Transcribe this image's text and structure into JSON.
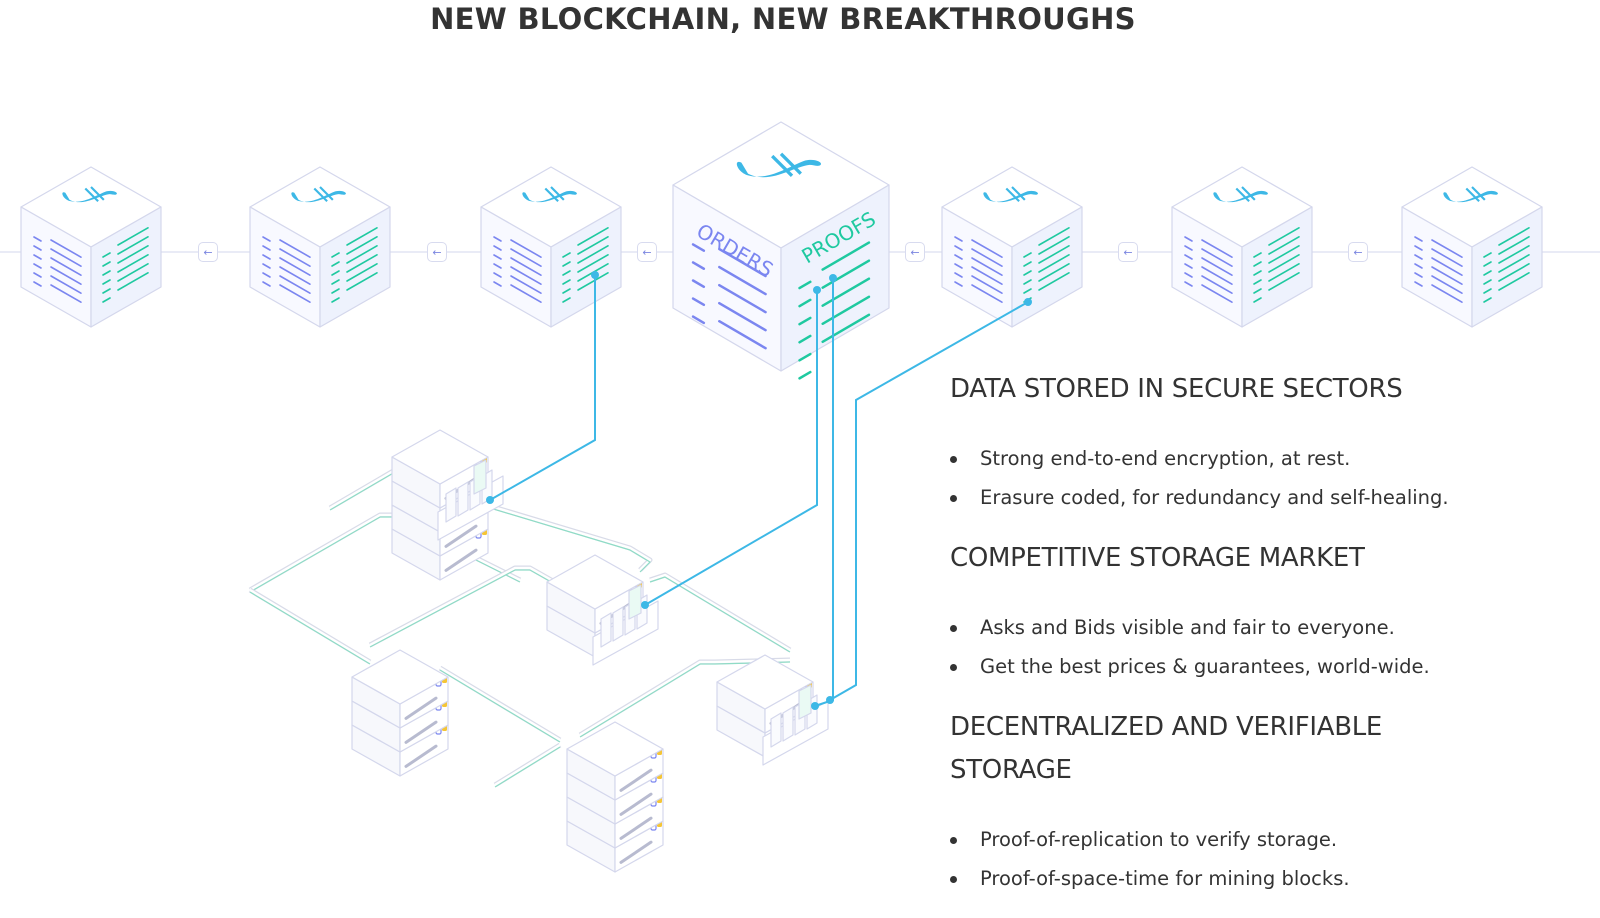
{
  "title": "NEW BLOCKCHAIN, NEW BREAKTHROUGHS",
  "diagram": {
    "center_block": {
      "left_label": "ORDERS",
      "right_label": "PROOFS"
    },
    "block_icon": "filecoin-logo-icon",
    "link_icon": "arrow-left-icon",
    "colors": {
      "orders": "#7b86f0",
      "proofs": "#1fc9a0",
      "link": "#3db8e6",
      "outline": "#d4d7ec",
      "pipe": "#8fdcc6"
    }
  },
  "sections": [
    {
      "heading": "DATA STORED IN SECURE SECTORS",
      "bullets": [
        "Strong end-to-end encryption, at rest.",
        "Erasure coded, for redundancy and self-healing."
      ]
    },
    {
      "heading": "COMPETITIVE STORAGE MARKET",
      "bullets": [
        "Asks and Bids visible and fair to everyone.",
        "Get the best prices & guarantees, world-wide."
      ]
    },
    {
      "heading": "DECENTRALIZED AND VERIFIABLE STORAGE",
      "bullets": [
        "Proof-of-replication to verify storage.",
        "Proof-of-space-time for mining blocks."
      ]
    }
  ]
}
